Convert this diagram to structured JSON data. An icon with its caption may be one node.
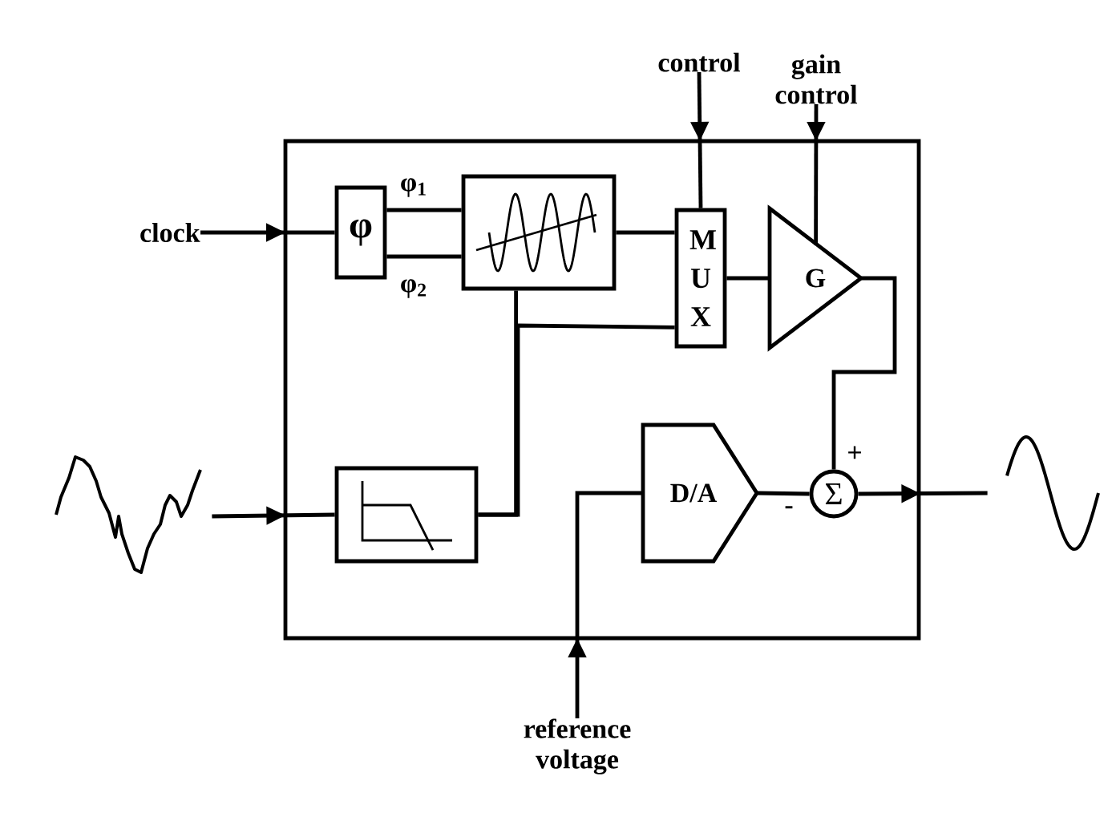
{
  "diagram": {
    "nodes": [
      {
        "text": [],
        "shape": "box"
      },
      {
        "text": [
          "clock"
        ]
      },
      {
        "text": [
          "φ"
        ],
        "in": 0
      },
      {
        "text": [],
        "shape": "box",
        "in": 0
      },
      {
        "text": [
          "M U X"
        ],
        "in": 0
      },
      {
        "text": [
          "G"
        ],
        "in": 0
      },
      {
        "text": [
          "control"
        ]
      },
      {
        "text": [
          "gain control"
        ]
      },
      {
        "text": [],
        "shape": "picture"
      },
      {
        "text": [],
        "shape": "box",
        "in": 0
      },
      {
        "text": [
          "D/A"
        ],
        "in": 0
      },
      {
        "text": [
          "Σ"
        ],
        "in": 0
      },
      {
        "text": [],
        "shape": "picture"
      },
      {
        "text": [
          "reference voltage"
        ]
      }
    ],
    "edges": [
      {
        "from": 1,
        "to": 2,
        "arrow": "to"
      },
      {
        "from": 2,
        "to": 3,
        "arrow": "none",
        "label": "φ$_{1}$"
      },
      {
        "from": 2,
        "to": 3,
        "arrow": "none",
        "label": "φ$_{2}$"
      },
      {
        "from": 3,
        "to": 4,
        "arrow": "none"
      },
      {
        "from": 9,
        "to": 3,
        "arrow": "none"
      },
      {
        "from": 9,
        "to": 4,
        "arrow": "none"
      },
      {
        "from": 4,
        "to": 5,
        "arrow": "none"
      },
      {
        "from": 6,
        "to": 4,
        "arrow": "to"
      },
      {
        "from": 7,
        "to": 5,
        "arrow": "to"
      },
      {
        "from": 5,
        "to": 11,
        "arrow": "none"
      },
      {
        "from": 8,
        "to": 9,
        "arrow": "to"
      },
      {
        "from": 13,
        "to": 10,
        "arrow": "to"
      },
      {
        "from": 10,
        "to": 11,
        "arrow": "none"
      },
      {
        "from": 11,
        "to": 12,
        "arrow": "to"
      }
    ],
    "labels": [
      "+",
      "-"
    ]
  }
}
